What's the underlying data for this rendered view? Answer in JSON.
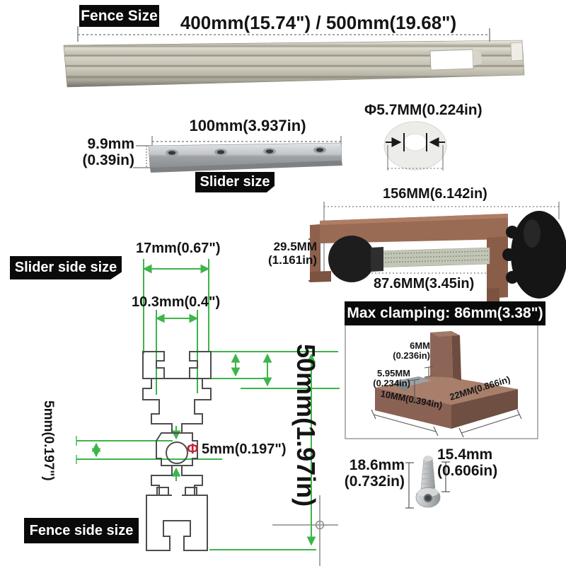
{
  "fence": {
    "label": "Fence Size",
    "dimension": "400mm(15.74\") / 500mm(19.68\")"
  },
  "slider": {
    "length": "100mm(3.937in)",
    "height_mm": "9.9mm",
    "height_in": "(0.39in)",
    "label": "Slider size"
  },
  "washer": {
    "dimension": "Φ5.7MM(0.224in)"
  },
  "clamp": {
    "length": "156MM(6.142in)",
    "height_mm": "29.5MM",
    "height_in": "(1.161in)",
    "rod_length": "87.6MM(3.45in)"
  },
  "slider_side": {
    "label": "Slider side size",
    "outer_width": "17mm(0.67\")",
    "inner_width": "10.3mm(0.4\")"
  },
  "fence_side": {
    "label": "Fence side size",
    "height": "50mm(1.97in)",
    "side_slot": "5mm(0.197\")",
    "hole_symbol": "Φ",
    "hole_diameter": "5mm(0.197\")"
  },
  "max_clamping": {
    "title": "Max clamping: 86mm(3.38\")",
    "step_height_mm": "6MM",
    "step_height_in": "(0.236in)",
    "lip_height_mm": "5.95MM",
    "lip_height_in": "(0.234in)",
    "base_width": "10MM(0.394in)",
    "base_length": "22MM(0.866in)"
  },
  "screw": {
    "total_length_mm": "18.6mm",
    "total_length_in": "(0.732in)",
    "shaft_length_mm": "15.4mm",
    "shaft_length_in": "(0.606in)"
  },
  "colors": {
    "dimension_green": "#3cb54a",
    "label_background": "#0a0a0a",
    "phi_red": "#c0273a",
    "clamp_brown": "#9a6b54"
  }
}
